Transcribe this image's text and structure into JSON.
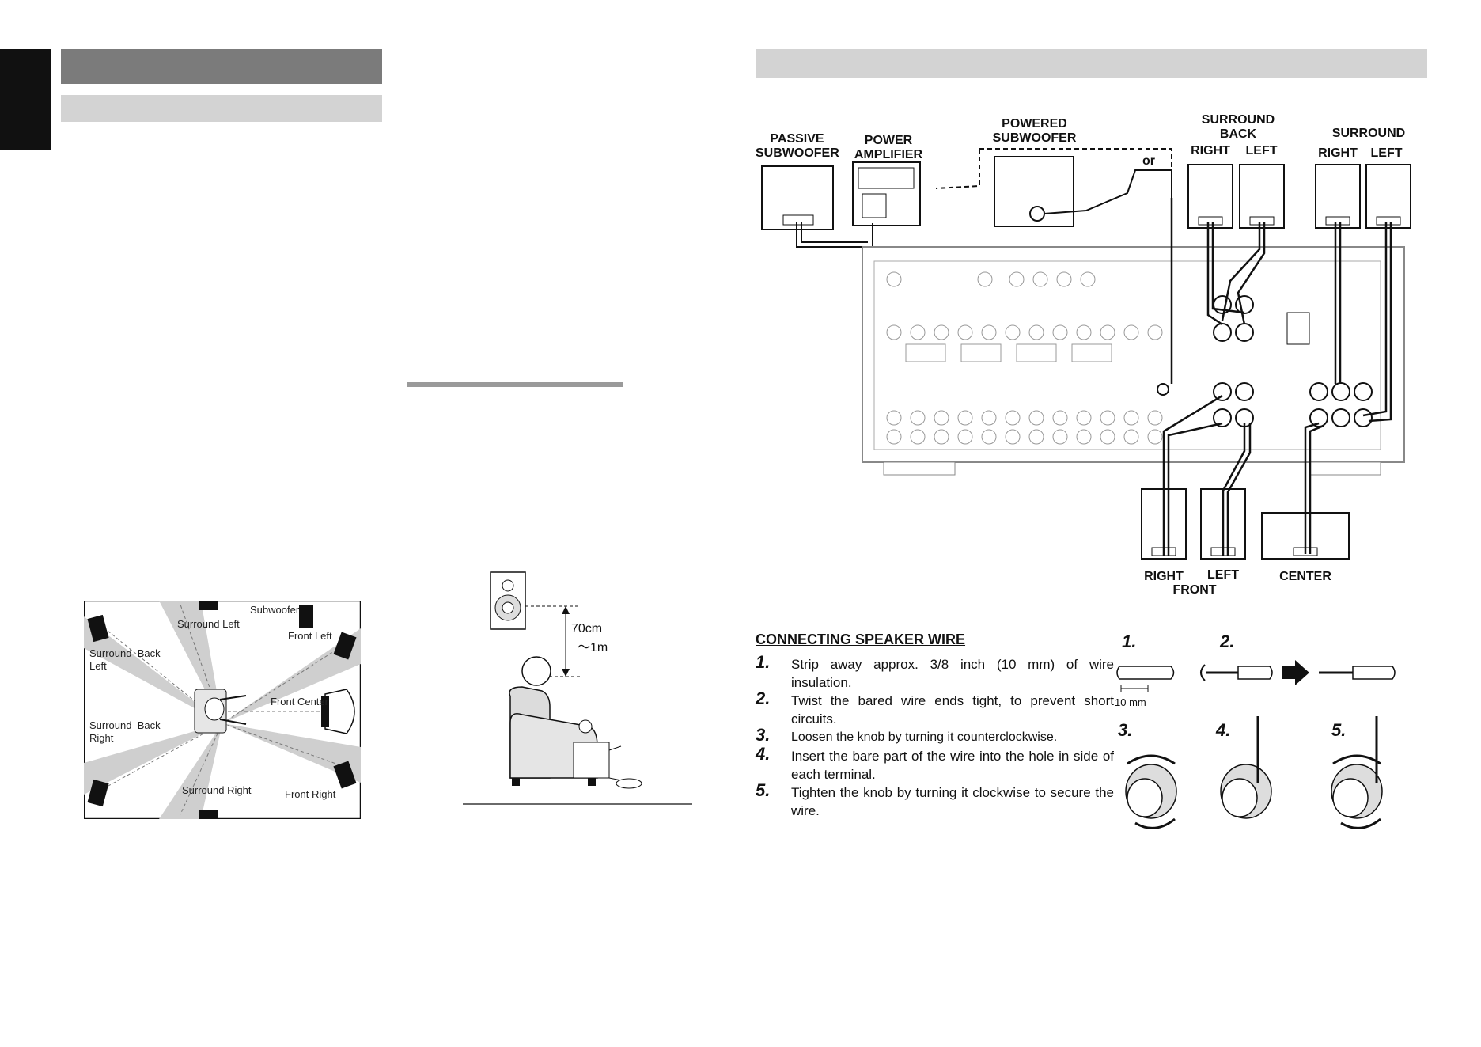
{
  "room_diagram": {
    "labels": {
      "subwoofer": "Subwoofer",
      "surround_left": "Surround Left",
      "front_left": "Front Left",
      "surround_back_left": "Surround  Back\nLeft",
      "front_center": "Front Center",
      "surround_back_right": "Surround  Back\nRight",
      "surround_right": "Surround Right",
      "front_right": "Front Right"
    }
  },
  "height_diagram": {
    "distance_top": "70cm",
    "distance_bottom": "～1m"
  },
  "connection_diagram": {
    "labels": {
      "passive_subwoofer": "PASSIVE\nSUBWOOFER",
      "power_amplifier": "POWER\nAMPLIFIER",
      "powered_subwoofer": "POWERED\nSUBWOOFER",
      "or": "or",
      "surround_back": "SURROUND\nBACK",
      "sb_right": "RIGHT",
      "sb_left": "LEFT",
      "surround": "SURROUND",
      "s_right": "RIGHT",
      "s_left": "LEFT",
      "front_right": "RIGHT",
      "front_left": "LEFT",
      "front": "FRONT",
      "center": "CENTER"
    }
  },
  "speaker_wire": {
    "title": "CONNECTING SPEAKER WIRE",
    "steps": [
      {
        "num": "1.",
        "text": "Strip away approx. 3/8 inch (10 mm) of wire insulation."
      },
      {
        "num": "2.",
        "text": "Twist the bared wire ends tight, to prevent short circuits."
      },
      {
        "num": "3.",
        "text": "Loosen the knob by turning it counterclockwise."
      },
      {
        "num": "4.",
        "text": "Insert the bare part of the wire into the hole in side of each terminal."
      },
      {
        "num": "5.",
        "text": "Tighten the knob by turning it clockwise to secure the wire."
      }
    ],
    "figure_numbers": [
      "1.",
      "2.",
      "3.",
      "4.",
      "5."
    ],
    "strip_length": "10 mm"
  }
}
